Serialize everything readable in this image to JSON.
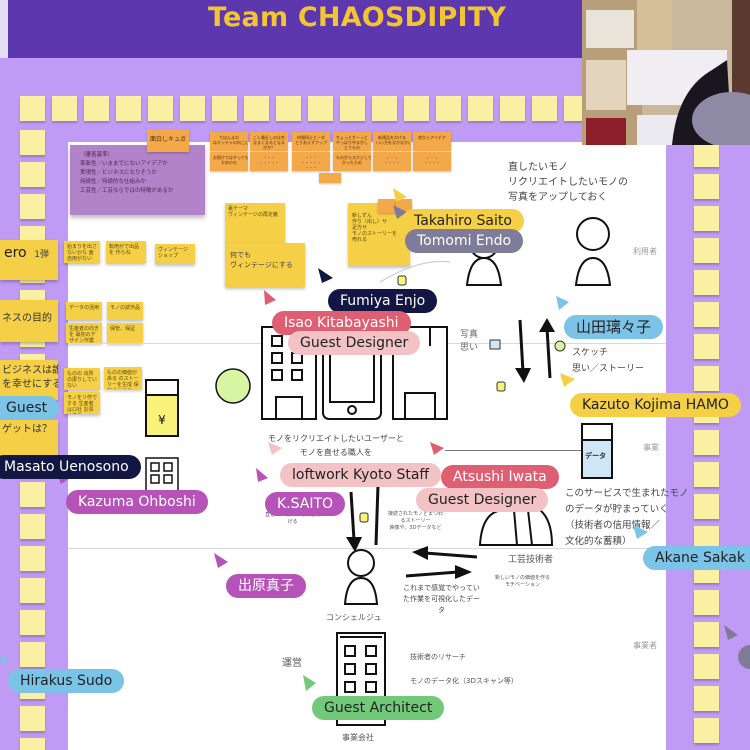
{
  "header": {
    "title": "Team CHAOSDIPITY"
  },
  "video_feed": {
    "label": "participant-video"
  },
  "criteria_card": {
    "heading": "（審査基準）",
    "lines": [
      "革新性／いままでにないアイデアか",
      "実現性／ビジネスになりそうか",
      "持続性／持続的な仕組みか",
      "工芸性／工芸ならではの特徴があるか"
    ],
    "tab_label": "面白しキュ点"
  },
  "orange_notes": [
    "ではんまの\nはキッチャの向こに",
    "ごく最近しの仕性\nなまくなるとなる\nかか？",
    "仲間同士とーダ\nとりあえずアップ",
    "ちょっとずーっと\nやっぱり中まかし\nとうもの",
    "新規品をかげる\nいい方をなかなかい",
    "他からアイデア",
    "お続けではやってもみ\nかあのモ",
    "・・・\n・・・・・",
    "・・・\n・・・・・\n・・・",
    "ものからスクジしてまけ\nかったため",
    "・・・\n・・・・",
    "・・・\n・・・・"
  ],
  "left_notes": {
    "hero_note": {
      "text": "ero",
      "sub": "1弾"
    },
    "row1": [
      "始まりを出さないかな\n面自用がない",
      "転用がで出品を\n作らね",
      "ヴィンテージショップ"
    ],
    "purpose_note": "ネスの目的",
    "row2": [
      "データの活用",
      "モノの試作品"
    ],
    "row3": [
      "生産者の向きを\n最初のデザイン作業",
      "保管、保証"
    ],
    "business_note": "ビジネスは誰\nを幸せにする",
    "row4": [
      "ものの\n出所の振りしていない",
      "ものの価値がある\nのストーリーを生成\n保存ようにる"
    ],
    "row5": [
      "モノをリ作でする\n生産者はロ社\nお買い作る"
    ],
    "target_note": "ゲットは？"
  },
  "theme_notes": {
    "note1": "裏テーマ\nヴィンテージの再定義",
    "note2": "何でも\nヴィンテージにする",
    "note3": "新しずん\n作り（出し）サ\n足方サ\nモノのストーリーを\n売れる"
  },
  "diagram": {
    "top_caption": [
      "直したいモノ",
      "リクリエイトしたいモノの",
      "写真をアップしておく"
    ],
    "user_label": "利用者",
    "photo_label": [
      "写真",
      "思い"
    ],
    "sketch_label": [
      "スケッチ",
      "思い／ストーリー"
    ],
    "business_label": "事業",
    "data_label": "データ",
    "service_caption": [
      "このサービスで生まれたモノ",
      "のデータが貯まっていく",
      "（技術者の信用情報／",
      "文化的な蓄積）"
    ],
    "platform_caption": [
      "モノをリクリエイトしたいユーザーと",
      "モノを直せる職人を"
    ],
    "small_caption_left": [
      "直したいものの写真を掲",
      "げる"
    ],
    "small_caption_mid": [
      "接続されたモノとまつわ",
      "るストーリー",
      "映像や、3Dデータなど"
    ],
    "craftsman_label": "工芸技術者",
    "craftsman_sub": [
      "新しいモノの価値を作る",
      "モチベーション"
    ],
    "visualized_caption": [
      "これまで感覚でやってい",
      "た作業を可視化したデー",
      "タ"
    ],
    "concierge_label": "コンシェルジュ",
    "operation_label": "運営",
    "research_label": "技術者のリサーチ",
    "digitize_label": "モノのデータ化（3Dスキャン等）",
    "company_label": "事業会社",
    "operator_label": "事業者",
    "yen_symbol": "¥"
  },
  "collaborators": [
    {
      "name": "Takahiro Saito",
      "color": "#f5cf45",
      "text_color": "#222222"
    },
    {
      "name": "Tomomi Endo",
      "color": "#7f7c99",
      "text_color": "#ffffff"
    },
    {
      "name": "Fumiya Enjo",
      "color": "#111642",
      "text_color": "#ffffff"
    },
    {
      "name": "Isao Kitabayashi",
      "color": "#df5f72",
      "text_color": "#ffffff"
    },
    {
      "name": "Guest Designer",
      "color": "#f2c2c4",
      "text_color": "#222222"
    },
    {
      "name": "山田璃々子",
      "color": "#7cc3e8",
      "text_color": "#222222"
    },
    {
      "name": "Kazuto Kojima HAMO",
      "color": "#f5cf45",
      "text_color": "#222222"
    },
    {
      "name": "Guest",
      "color": "#7cc3e8",
      "text_color": "#222222"
    },
    {
      "name": "Masato Uenosono",
      "color": "#111642",
      "text_color": "#ffffff"
    },
    {
      "name": "Kazuma Ohboshi",
      "color": "#b553b9",
      "text_color": "#ffffff"
    },
    {
      "name": "loftwork Kyoto Staff",
      "color": "#f2c2c4",
      "text_color": "#222222"
    },
    {
      "name": "Atsushi Iwata",
      "color": "#df5f72",
      "text_color": "#ffffff"
    },
    {
      "name": "Guest Designer",
      "color": "#f2c2c4",
      "text_color": "#222222"
    },
    {
      "name": "K.SAITO",
      "color": "#b553b9",
      "text_color": "#ffffff"
    },
    {
      "name": "Akane Sakak",
      "color": "#7cc3e8",
      "text_color": "#222222"
    },
    {
      "name": "出原真子",
      "color": "#b553b9",
      "text_color": "#ffffff"
    },
    {
      "name": "Hirakus Sudo",
      "color": "#7cc3e8",
      "text_color": "#222222"
    },
    {
      "name": "Guest Architect",
      "color": "#72c97a",
      "text_color": "#222222"
    }
  ]
}
